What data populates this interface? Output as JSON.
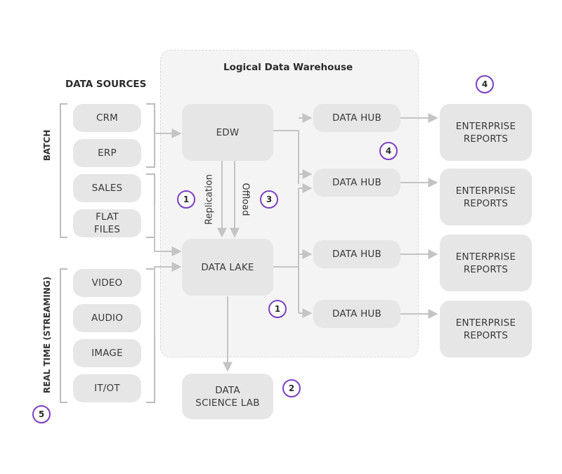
{
  "warehouse_title": "Logical Data Warehouse",
  "sources_title": "DATA SOURCES",
  "groups": {
    "batch": "BATCH",
    "realtime": "REAL TIME (STREAMING)"
  },
  "sources": {
    "crm": "CRM",
    "erp": "ERP",
    "sales": "SALES",
    "flat_files": "FLAT\nFILES",
    "video": "VIDEO",
    "audio": "AUDIO",
    "image": "IMAGE",
    "itot": "IT/OT"
  },
  "edw": "EDW",
  "data_lake": "DATA LAKE",
  "data_science_lab": "DATA\nSCIENCE LAB",
  "flows": {
    "replication": "Replication",
    "offload": "Offload"
  },
  "hubs": [
    "DATA HUB",
    "DATA HUB",
    "DATA HUB",
    "DATA HUB"
  ],
  "reports": [
    "ENTERPRISE\nREPORTS",
    "ENTERPRISE\nREPORTS",
    "ENTERPRISE\nREPORTS",
    "ENTERPRISE\nREPORTS"
  ],
  "badges": {
    "replication": "1",
    "offload": "3",
    "lake_hubs": "1",
    "science_lab": "2",
    "hubs": "4",
    "reports": "4",
    "streaming": "5"
  },
  "colors": {
    "badge_ring": "#7b3fc2",
    "box": "#e6e6e6",
    "arrow": "#c4c4c4",
    "bracket": "#bdbdbd"
  }
}
